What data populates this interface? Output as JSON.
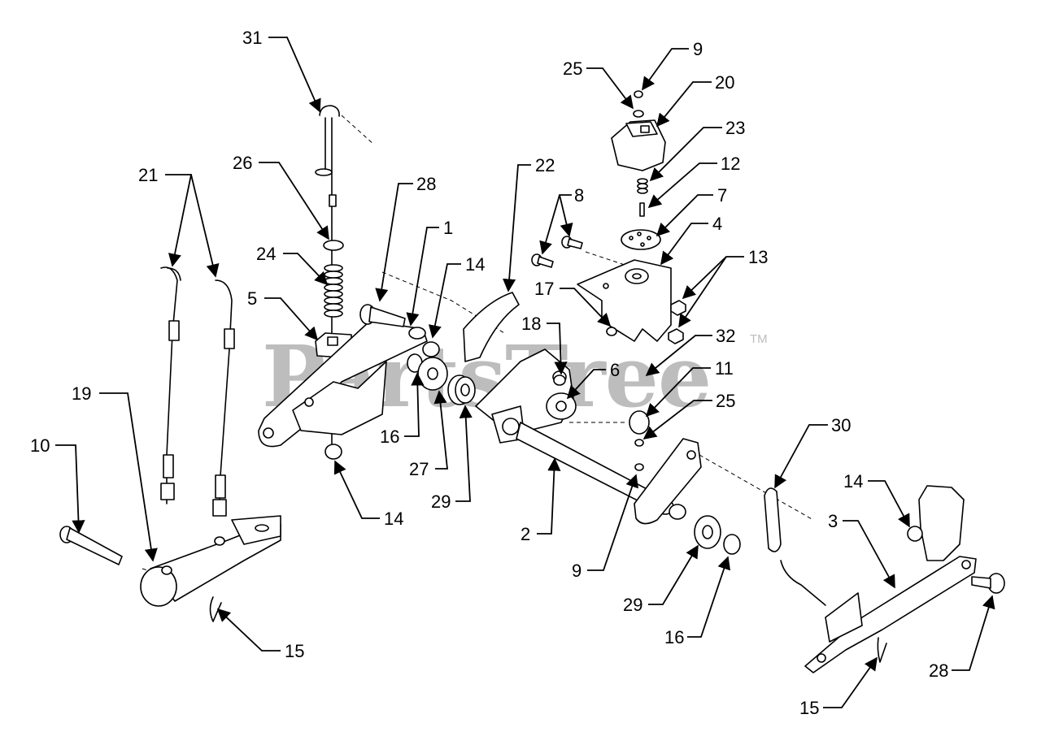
{
  "diagram": {
    "watermark": "PartsTree",
    "trademark": "TM",
    "callouts": [
      {
        "id": "31",
        "label": "31"
      },
      {
        "id": "21",
        "label": "21"
      },
      {
        "id": "26",
        "label": "26"
      },
      {
        "id": "28a",
        "label": "28"
      },
      {
        "id": "1",
        "label": "1"
      },
      {
        "id": "24",
        "label": "24"
      },
      {
        "id": "14a",
        "label": "14"
      },
      {
        "id": "5",
        "label": "5"
      },
      {
        "id": "22",
        "label": "22"
      },
      {
        "id": "8",
        "label": "8"
      },
      {
        "id": "25a",
        "label": "25"
      },
      {
        "id": "9a",
        "label": "9"
      },
      {
        "id": "20",
        "label": "20"
      },
      {
        "id": "23",
        "label": "23"
      },
      {
        "id": "12",
        "label": "12"
      },
      {
        "id": "7",
        "label": "7"
      },
      {
        "id": "4",
        "label": "4"
      },
      {
        "id": "13",
        "label": "13"
      },
      {
        "id": "17",
        "label": "17"
      },
      {
        "id": "18",
        "label": "18"
      },
      {
        "id": "6",
        "label": "6"
      },
      {
        "id": "32",
        "label": "32"
      },
      {
        "id": "11",
        "label": "11"
      },
      {
        "id": "25b",
        "label": "25"
      },
      {
        "id": "19",
        "label": "19"
      },
      {
        "id": "10",
        "label": "10"
      },
      {
        "id": "16a",
        "label": "16"
      },
      {
        "id": "27",
        "label": "27"
      },
      {
        "id": "29a",
        "label": "29"
      },
      {
        "id": "14b",
        "label": "14"
      },
      {
        "id": "2",
        "label": "2"
      },
      {
        "id": "30",
        "label": "30"
      },
      {
        "id": "14c",
        "label": "14"
      },
      {
        "id": "3",
        "label": "3"
      },
      {
        "id": "9b",
        "label": "9"
      },
      {
        "id": "29b",
        "label": "29"
      },
      {
        "id": "16b",
        "label": "16"
      },
      {
        "id": "15a",
        "label": "15"
      },
      {
        "id": "28b",
        "label": "28"
      },
      {
        "id": "15b",
        "label": "15"
      }
    ]
  }
}
